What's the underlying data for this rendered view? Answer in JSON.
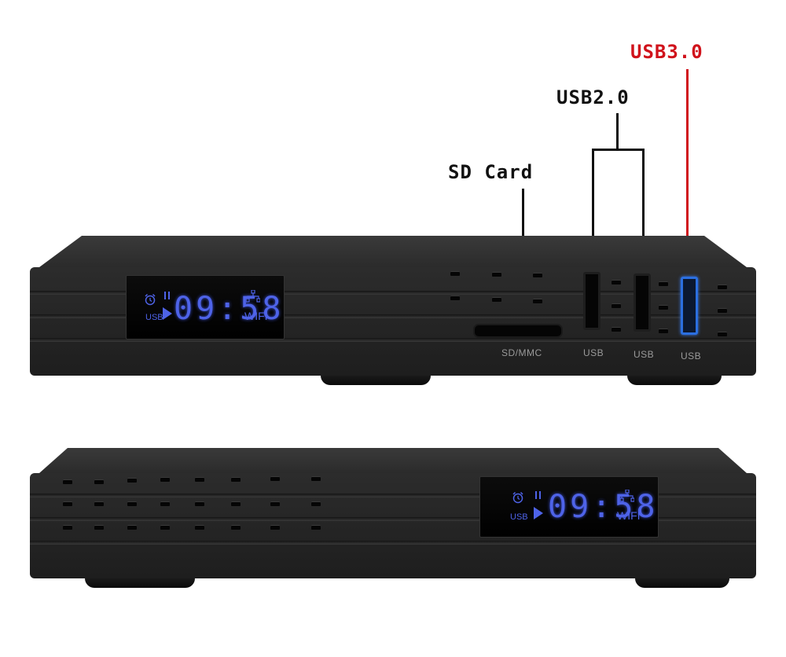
{
  "callouts": {
    "usb3": "USB3.0",
    "usb2": "USB2.0",
    "sd_card": "SD Card"
  },
  "port_labels": {
    "sd_mmc": "SD/MMC",
    "usb_1": "USB",
    "usb_2": "USB",
    "usb_3": "USB"
  },
  "display": {
    "time": "09:58",
    "usb": "USB",
    "wifi": "WIFI"
  },
  "colors": {
    "accent_red": "#d0121b",
    "led_blue": "#4e63e8",
    "usb3_blue": "#2b6fe0",
    "body": "#222222"
  },
  "icons": [
    "alarm-clock-icon",
    "pause-icon",
    "play-icon",
    "network-icon"
  ]
}
